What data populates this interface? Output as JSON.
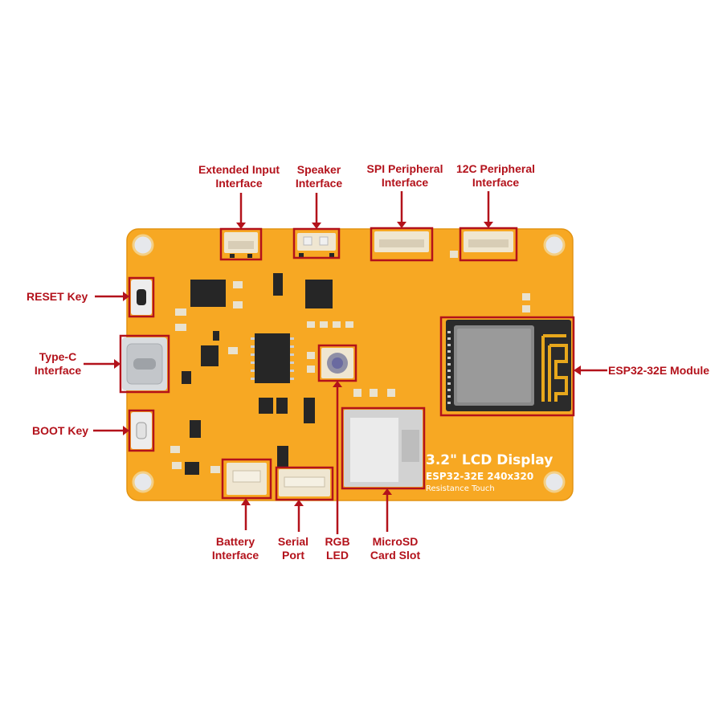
{
  "callouts": {
    "extended_input": [
      "Extended Input",
      "Interface"
    ],
    "speaker": [
      "Speaker",
      "Interface"
    ],
    "spi": [
      "SPI Peripheral",
      "Interface"
    ],
    "i2c": [
      "12C Peripheral",
      "Interface"
    ],
    "reset": [
      "RESET Key"
    ],
    "type_c": [
      "Type-C",
      "Interface"
    ],
    "boot": [
      "BOOT Key"
    ],
    "esp32": [
      "ESP32-32E Module"
    ],
    "battery": [
      "Battery",
      "Interface"
    ],
    "serial": [
      "Serial",
      "Port"
    ],
    "rgb": [
      "RGB",
      "LED"
    ],
    "microsd": [
      "MicroSD",
      "Card Slot"
    ]
  },
  "board": {
    "line1": "3.2\" LCD Display",
    "line2": "ESP32-32E  240x320",
    "line3": "Resistance Touch"
  },
  "colors": {
    "pcb": "#f7a823",
    "callout": "#b3121b",
    "component": "#262626",
    "pad": "#e9e2cf",
    "antenna": "#e8a81c"
  }
}
